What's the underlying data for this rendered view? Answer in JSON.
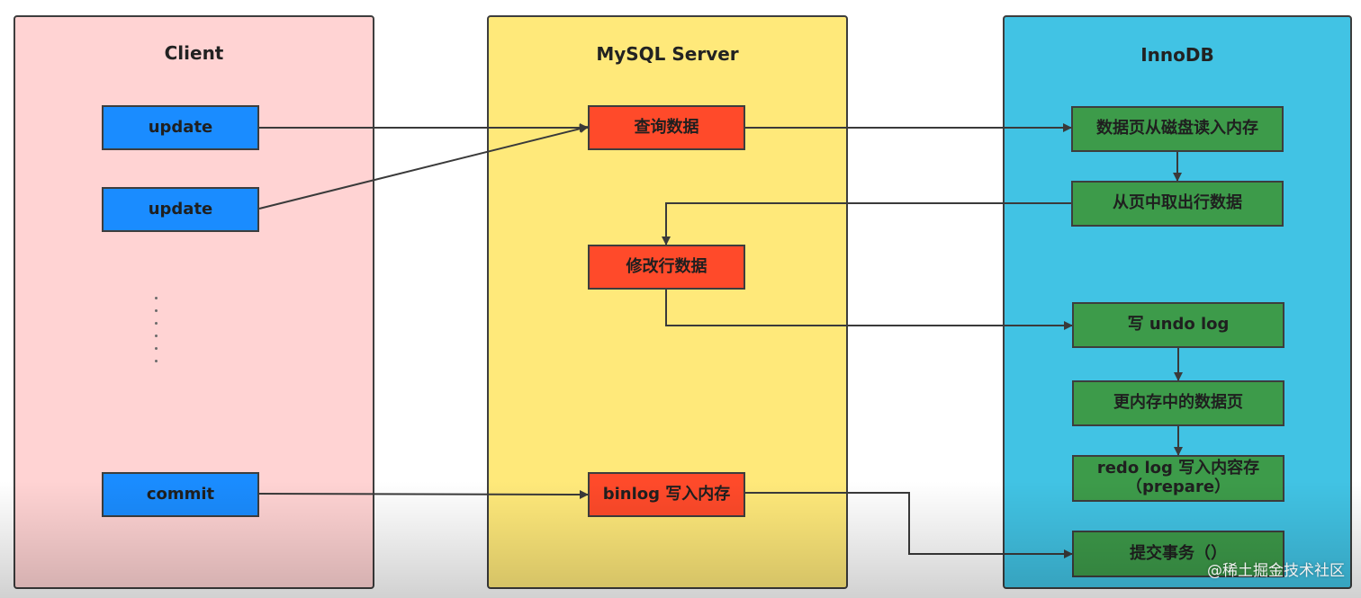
{
  "lanes": {
    "client": {
      "title": "Client",
      "fill": "#ffd3d3"
    },
    "server": {
      "title": "MySQL Server",
      "fill": "#ffe97a"
    },
    "innodb": {
      "title": "InnoDB",
      "fill": "#41c3e4"
    }
  },
  "client_boxes": [
    "update",
    "update",
    "commit"
  ],
  "server_boxes": [
    "查询数据",
    "修改行数据",
    "binlog 写入内存"
  ],
  "innodb_boxes": [
    "数据页从磁盘读入内存",
    "从页中取出行数据",
    "写 undo log",
    "更内存中的数据页",
    "redo log 写入内容存",
    "（prepare）",
    "提交事务（）"
  ],
  "colors": {
    "client_box": "#1a8cff",
    "server_box": "#ff4a2a",
    "innodb_box": "#3d9b4a",
    "connector": "#3a3a3a",
    "border": "#3d3d3d"
  },
  "watermark": "@稀土掘金技术社区"
}
